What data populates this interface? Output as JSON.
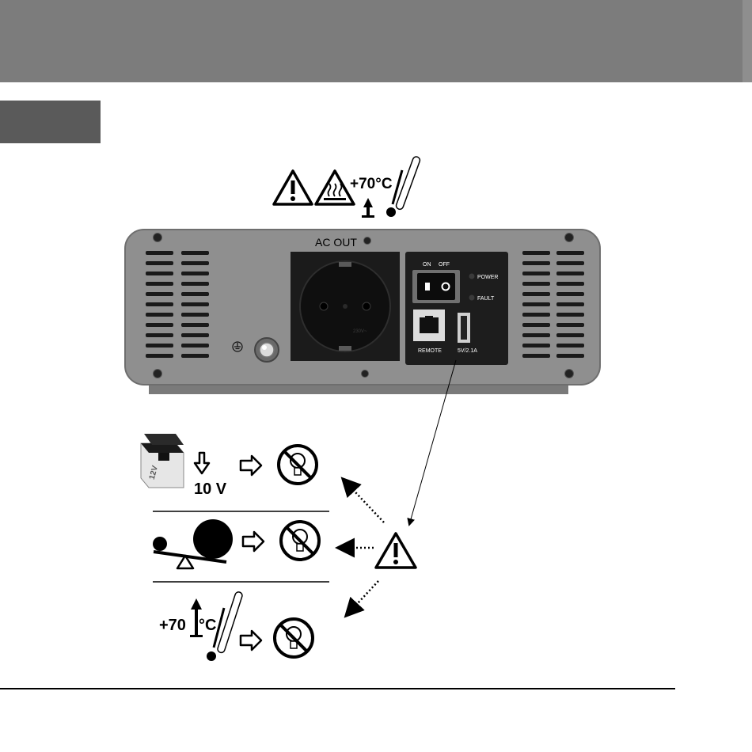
{
  "warning_header": {
    "temperature": "+70°C"
  },
  "device": {
    "ac_out_label": "AC OUT",
    "switch_on_label": "ON",
    "switch_off_label": "OFF",
    "power_led_label": "POWER",
    "fault_led_label": "FAULT",
    "remote_label": "REMOTE",
    "usb_label": "5V/2.1A",
    "socket_rating": "230V~"
  },
  "conditions": {
    "battery_label": "12V",
    "low_voltage": "10 V",
    "over_temperature": "+70",
    "temperature_unit": "°C"
  },
  "colors": {
    "header_bar": "#7c7c7c",
    "section_tab": "#5a5a5a",
    "device_body": "#8f8f8f",
    "panel": "#1d1d1d"
  }
}
